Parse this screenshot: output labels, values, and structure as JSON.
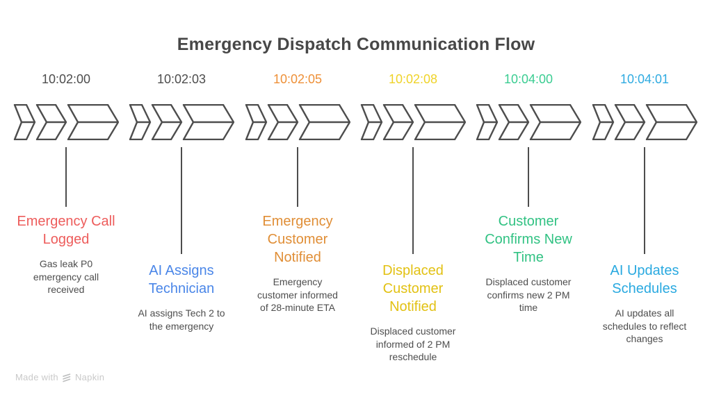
{
  "title": "Emergency Dispatch Communication Flow",
  "theme": {
    "stroke": "#4D4D4D",
    "title_color": "#474747",
    "desc_color": "#4D4D4D",
    "footer_color": "#C9C9C9",
    "background": "#FFFFFF"
  },
  "footer": {
    "prefix": "Made with",
    "brand": "Napkin"
  },
  "diagram": {
    "type": "timeline-chevron-flow",
    "columns": [
      {
        "timestamp": "10:02:00",
        "timestamp_color": "#4D4D4D",
        "chevron_fill_top": "#FBA09C",
        "chevron_fill_bottom": "#F88C88",
        "heading": "Emergency Call\nLogged",
        "heading_color": "#ED5C5B",
        "description": "Gas leak P0\nemergency call\nreceived"
      },
      {
        "timestamp": "10:02:03",
        "timestamp_color": "#4D4D4D",
        "chevron_fill_top": "#90BCF7",
        "chevron_fill_bottom": "#7DB0F3",
        "heading": "AI Assigns\nTechnician",
        "heading_color": "#4A86E8",
        "description": "AI assigns Tech 2 to\nthe emergency"
      },
      {
        "timestamp": "10:02:05",
        "timestamp_color": "#EE9038",
        "chevron_fill_top": "#FABC7A",
        "chevron_fill_bottom": "#F6AB5C",
        "heading": "Emergency\nCustomer\nNotified",
        "heading_color": "#E08E36",
        "description": "Emergency\ncustomer informed\nof 28-minute ETA"
      },
      {
        "timestamp": "10:02:08",
        "timestamp_color": "#EFD329",
        "chevron_fill_top": "#FCEA66",
        "chevron_fill_bottom": "#F9DF3B",
        "heading": "Displaced\nCustomer\nNotified",
        "heading_color": "#E2C113",
        "description": "Displaced customer\ninformed of 2 PM\nreschedule"
      },
      {
        "timestamp": "10:04:00",
        "timestamp_color": "#3BCD92",
        "chevron_fill_top": "#79E9B3",
        "chevron_fill_bottom": "#5BE09C",
        "heading": "Customer\nConfirms New\nTime",
        "heading_color": "#31C283",
        "description": "Displaced customer\nconfirms new 2 PM\ntime"
      },
      {
        "timestamp": "10:04:01",
        "timestamp_color": "#2FABE1",
        "chevron_fill_top": "#79DAF9",
        "chevron_fill_bottom": "#58CEF5",
        "heading": "AI Updates\nSchedules",
        "heading_color": "#29A9E0",
        "description": "AI updates all\nschedules to reflect\nchanges"
      }
    ]
  }
}
